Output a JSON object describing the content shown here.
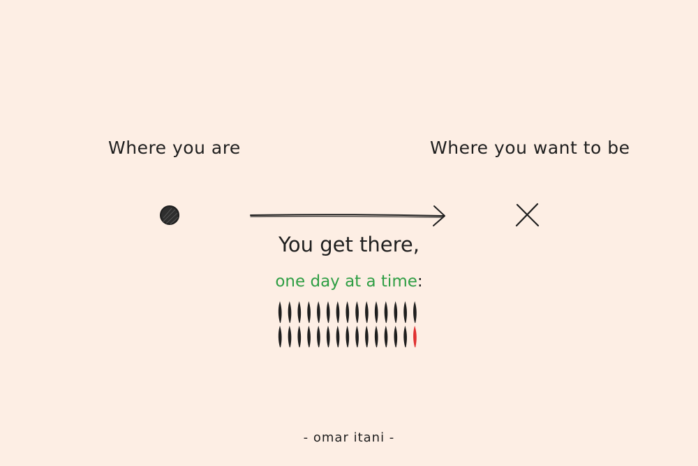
{
  "start_label": "Where you are",
  "end_label": "Where you want to be",
  "message": {
    "line1": "You get there,",
    "line2_highlight": "one day at a time",
    "line2_suffix": ":"
  },
  "tally": {
    "rows": 2,
    "marks_per_row": 15,
    "highlighted_mark": "last",
    "mark_color": "#1e1e1e",
    "highlight_color": "#e03131"
  },
  "signature": "- omar itani -",
  "colors": {
    "background": "#fdeee4",
    "ink": "#1e1e1e",
    "accent_green": "#2f9e44",
    "accent_red": "#e03131"
  }
}
